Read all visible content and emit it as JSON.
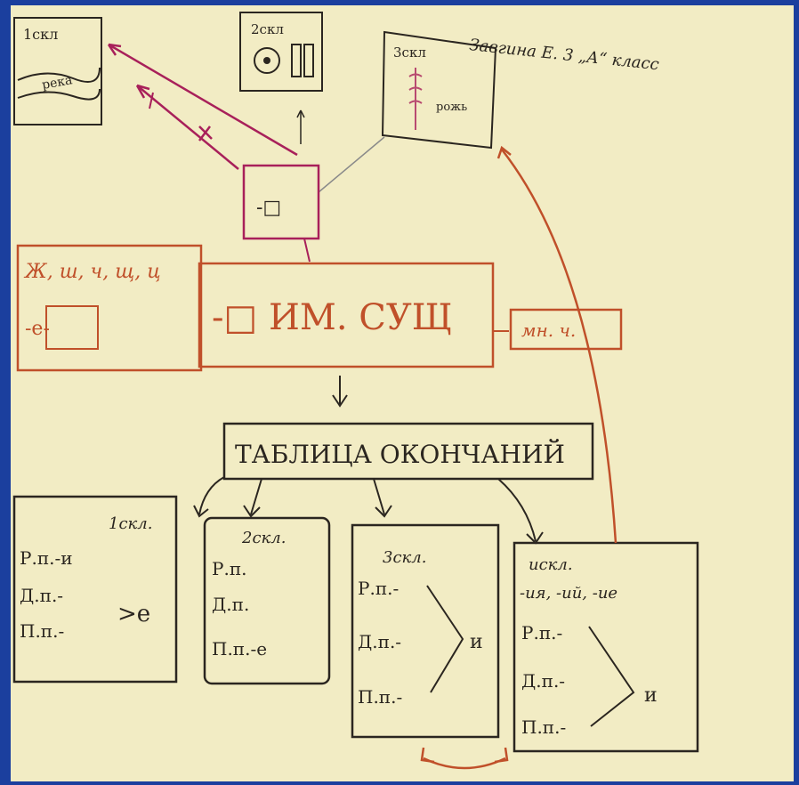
{
  "header": {
    "author": "Завгина Е. 3 „А“ класс"
  },
  "declension_boxes": {
    "first": {
      "title": "1скл",
      "word": "река"
    },
    "second": {
      "title": "2скл"
    },
    "third": {
      "title": "3скл",
      "word": "рожь"
    }
  },
  "ending_box": {
    "label": "-□"
  },
  "left_box": {
    "letters": "Ж, ш, ч, щ, ц",
    "ending": "-е-"
  },
  "center_box": {
    "label": "-□ ИМ. СУЩ"
  },
  "right_box": {
    "label": "мн. ч."
  },
  "table_title": "ТАБЛИЦА ОКОНЧАНИЙ",
  "tables": {
    "first": {
      "title": "1скл.",
      "rows": [
        "Р.п.-и",
        "Д.п.-",
        "П.п.-"
      ],
      "ending": ">е"
    },
    "second": {
      "title": "2скл.",
      "rows": [
        "Р.п.",
        "Д.п.",
        "П.п.-е"
      ]
    },
    "third": {
      "title": "3скл.",
      "rows": [
        "Р.п.-",
        "Д.п.-",
        "П.п.-"
      ],
      "ending": "и"
    },
    "exception": {
      "title": "искл.",
      "subtitle": "-ия, -ий, -ие",
      "rows": [
        "Р.п.-",
        "Д.п.-",
        "П.п.-"
      ],
      "ending": "и"
    }
  },
  "colors": {
    "ink": "#2b2620",
    "red": "#c0502a",
    "magenta": "#a8205a",
    "paper": "#f2ecc4",
    "border": "#1b3f9e"
  }
}
